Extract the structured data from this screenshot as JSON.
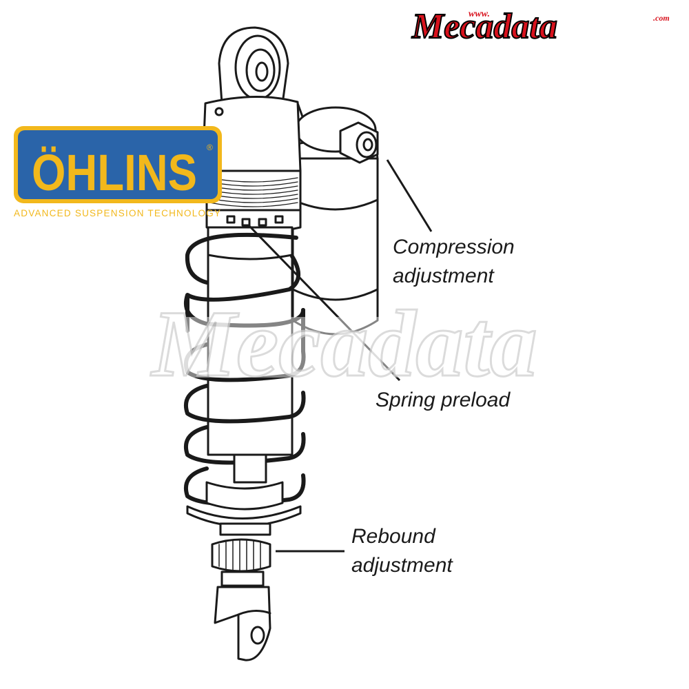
{
  "brand": {
    "top_logo": {
      "text": "Mecadata",
      "prefix": "www.",
      "suffix": ".com"
    },
    "watermark": {
      "text": "Mecadata"
    },
    "ohlins_logo": {
      "name": "ÖHLINS",
      "registered": "®",
      "tagline": "ADVANCED SUSPENSION TECHNOLOGY"
    }
  },
  "labels": {
    "compression": {
      "line1": "Compression",
      "line2": "adjustment"
    },
    "preload": {
      "line1": "Spring preload"
    },
    "rebound": {
      "line1": "Rebound",
      "line2": "adjustment"
    }
  },
  "colors": {
    "ohlins_blue": "#2a64a9",
    "ohlins_yellow": "#f2b81c",
    "mecadata_red": "#d8121d",
    "line_art": "#1a1a1a"
  }
}
